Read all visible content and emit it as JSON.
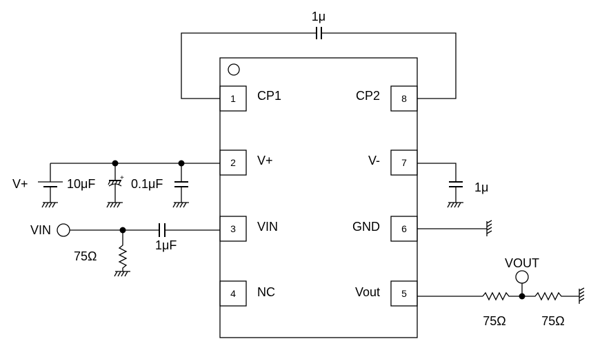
{
  "ic": {
    "pins": [
      {
        "number": "1",
        "name": "CP1"
      },
      {
        "number": "2",
        "name": "V+"
      },
      {
        "number": "3",
        "name": "VIN"
      },
      {
        "number": "4",
        "name": "NC"
      },
      {
        "number": "8",
        "name": "CP2"
      },
      {
        "number": "7",
        "name": "V-"
      },
      {
        "number": "6",
        "name": "GND"
      },
      {
        "number": "5",
        "name": "Vout"
      }
    ]
  },
  "components": {
    "flying_cap": "1μ",
    "supply_label": "V+",
    "bulk_cap": "10μF",
    "plus_mark": "+",
    "bypass_cap": "0.1μF",
    "neg_cap": "1μ",
    "input_port": "VIN",
    "input_term": "75Ω",
    "coupling_cap": "1μF",
    "output_port": "VOUT",
    "series_res": "75Ω",
    "load_res": "75Ω"
  },
  "colors": {
    "line": "#000000",
    "background": "#ffffff"
  }
}
